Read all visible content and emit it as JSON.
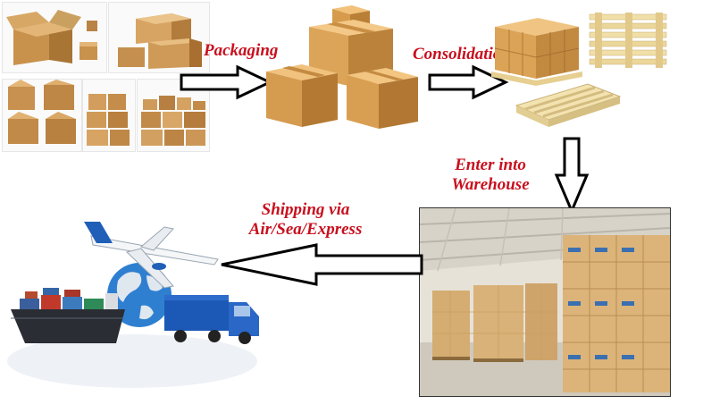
{
  "steps": {
    "packaging": "Packaging",
    "consolidation": "Consolidation",
    "warehouse_line1": "Enter into",
    "warehouse_line2": "Warehouse",
    "shipping_line1": "Shipping via",
    "shipping_line2": "Air/Sea/Express"
  },
  "colors": {
    "label_red": "#c8101e",
    "cardboard": "#d9a760",
    "cardboard_dark": "#b9813e",
    "pallet_wood": "#f1dfa8",
    "arrow_stroke": "#000000"
  }
}
